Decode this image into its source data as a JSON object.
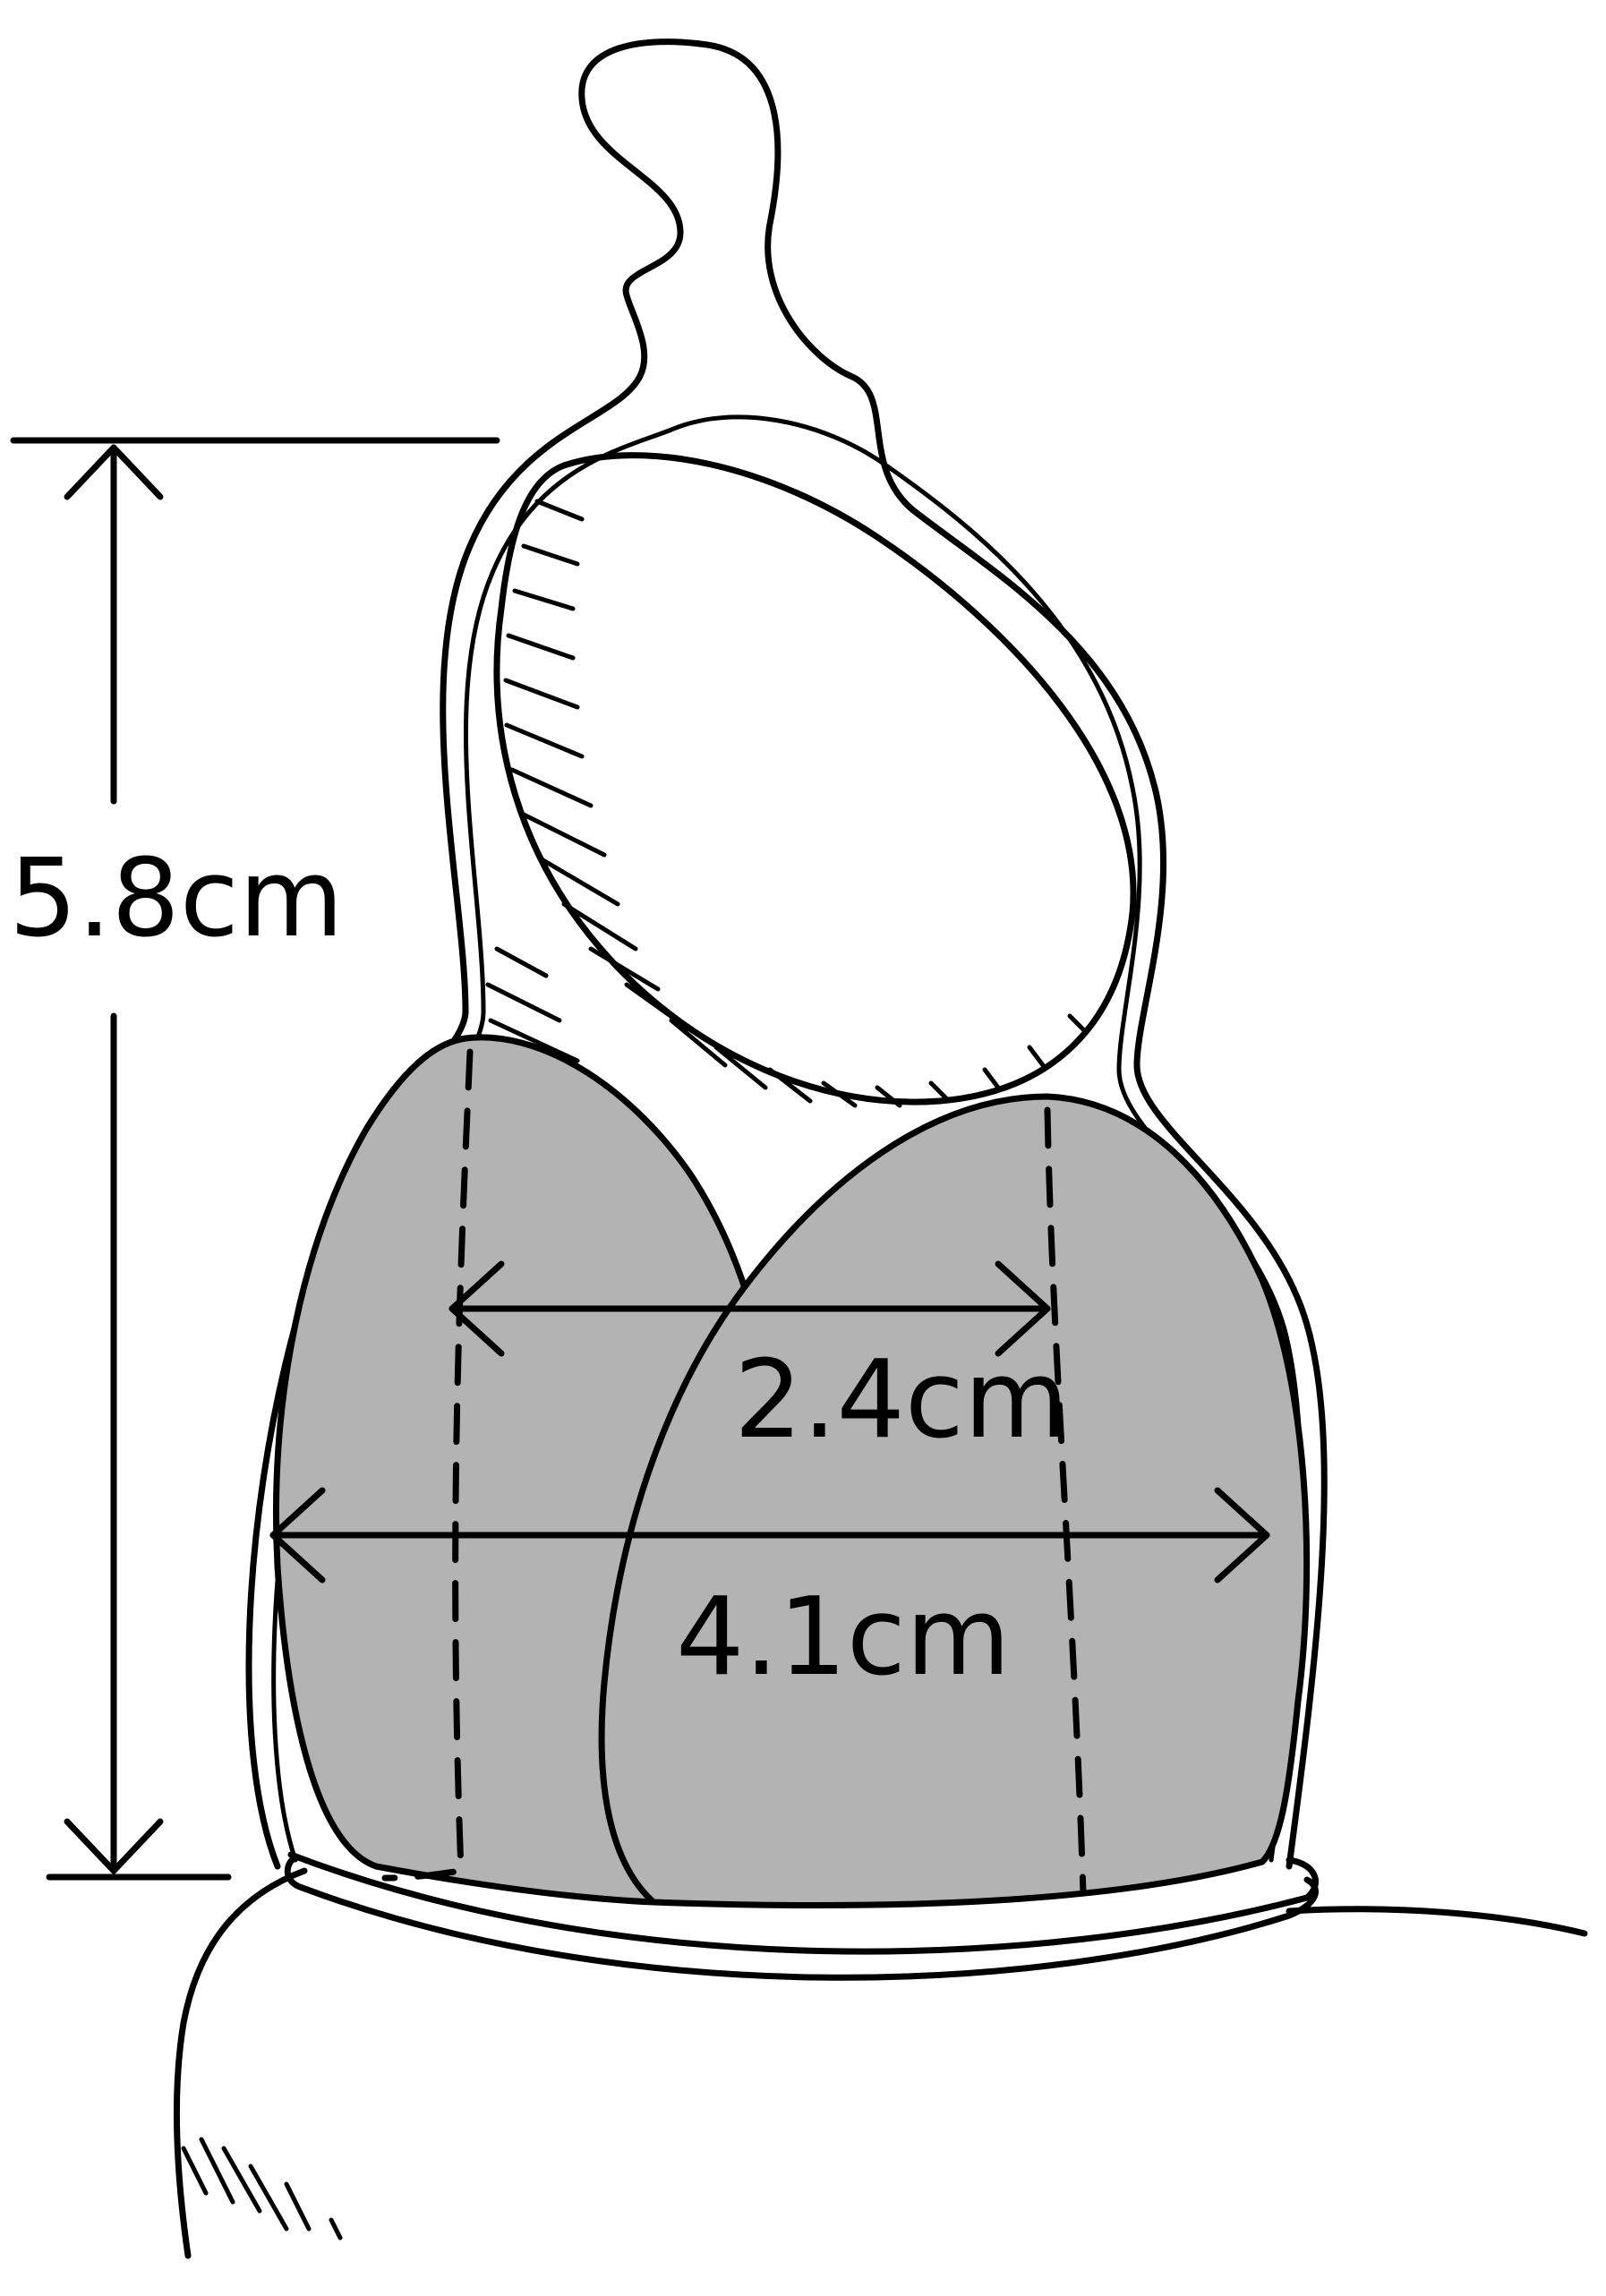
{
  "labels": {
    "height": "5.8cm",
    "inner_width": "2.4cm",
    "outer_width": "4.1cm"
  },
  "colors": {
    "ink": "#000000",
    "shaded_region": "#b3b3b3",
    "background": "#ffffff"
  }
}
